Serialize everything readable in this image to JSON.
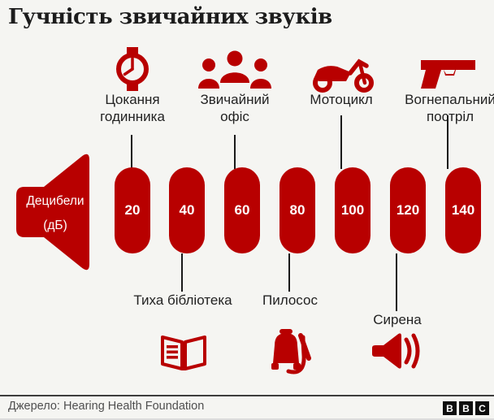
{
  "title": "Гучність звичайних звуків",
  "colors": {
    "red": "#b80000",
    "ink": "#222222",
    "connector_line": "#1a1a1a",
    "background": "#f5f5f2",
    "footer_text": "#4f4f4f"
  },
  "axis_label": {
    "line1": "Децибели",
    "line2": "(дБ)"
  },
  "scale": [
    "20",
    "40",
    "60",
    "80",
    "100",
    "120",
    "140"
  ],
  "top_labels": {
    "clock": "Цокання годинника",
    "office": "Звичайний офіс",
    "motorcycle": "Мотоцикл",
    "gunshot": "Вогнепальний постріл"
  },
  "bottom_labels": {
    "library": "Тиха бібліотека",
    "vacuum": "Пилосос",
    "siren": "Сирена"
  },
  "footer": {
    "source": "Джерело: Hearing Health Foundation",
    "logo_letters": [
      "B",
      "B",
      "C"
    ]
  },
  "chart_data": {
    "type": "bar",
    "title": "Гучність звичайних звуків",
    "categories": [
      "Цокання годинника",
      "Тиха бібліотека",
      "Звичайний офіс",
      "Пилосос",
      "Мотоцикл",
      "Сирена",
      "Вогнепальний постріл"
    ],
    "values": [
      20,
      40,
      60,
      80,
      100,
      120,
      140
    ],
    "unit": "дБ",
    "xlabel": "Децибели (дБ)",
    "ylim": [
      20,
      140
    ],
    "source": "Hearing Health Foundation"
  }
}
